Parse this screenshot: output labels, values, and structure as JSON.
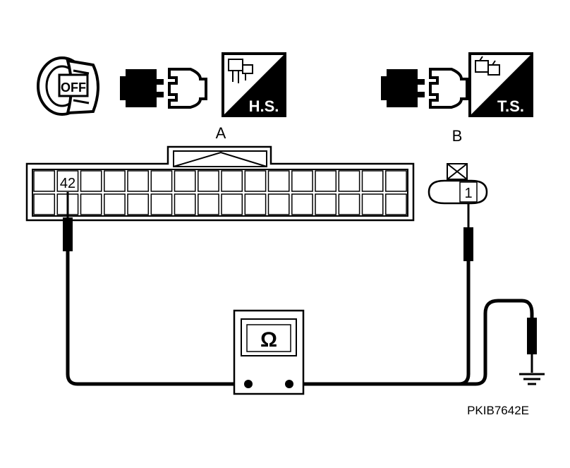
{
  "icons": {
    "ignition_key_text": "OFF",
    "harness_disconnect_left": "connector-disconnect-icon",
    "hs_label": "H.S.",
    "harness_disconnect_right": "connector-disconnect-icon",
    "ts_label": "T.S."
  },
  "connector_a": {
    "label": "A",
    "terminal": "42"
  },
  "connector_b": {
    "label": "B",
    "terminal": "1"
  },
  "meter": {
    "symbol": "Ω"
  },
  "footer": {
    "code": "PKIB7642E"
  }
}
